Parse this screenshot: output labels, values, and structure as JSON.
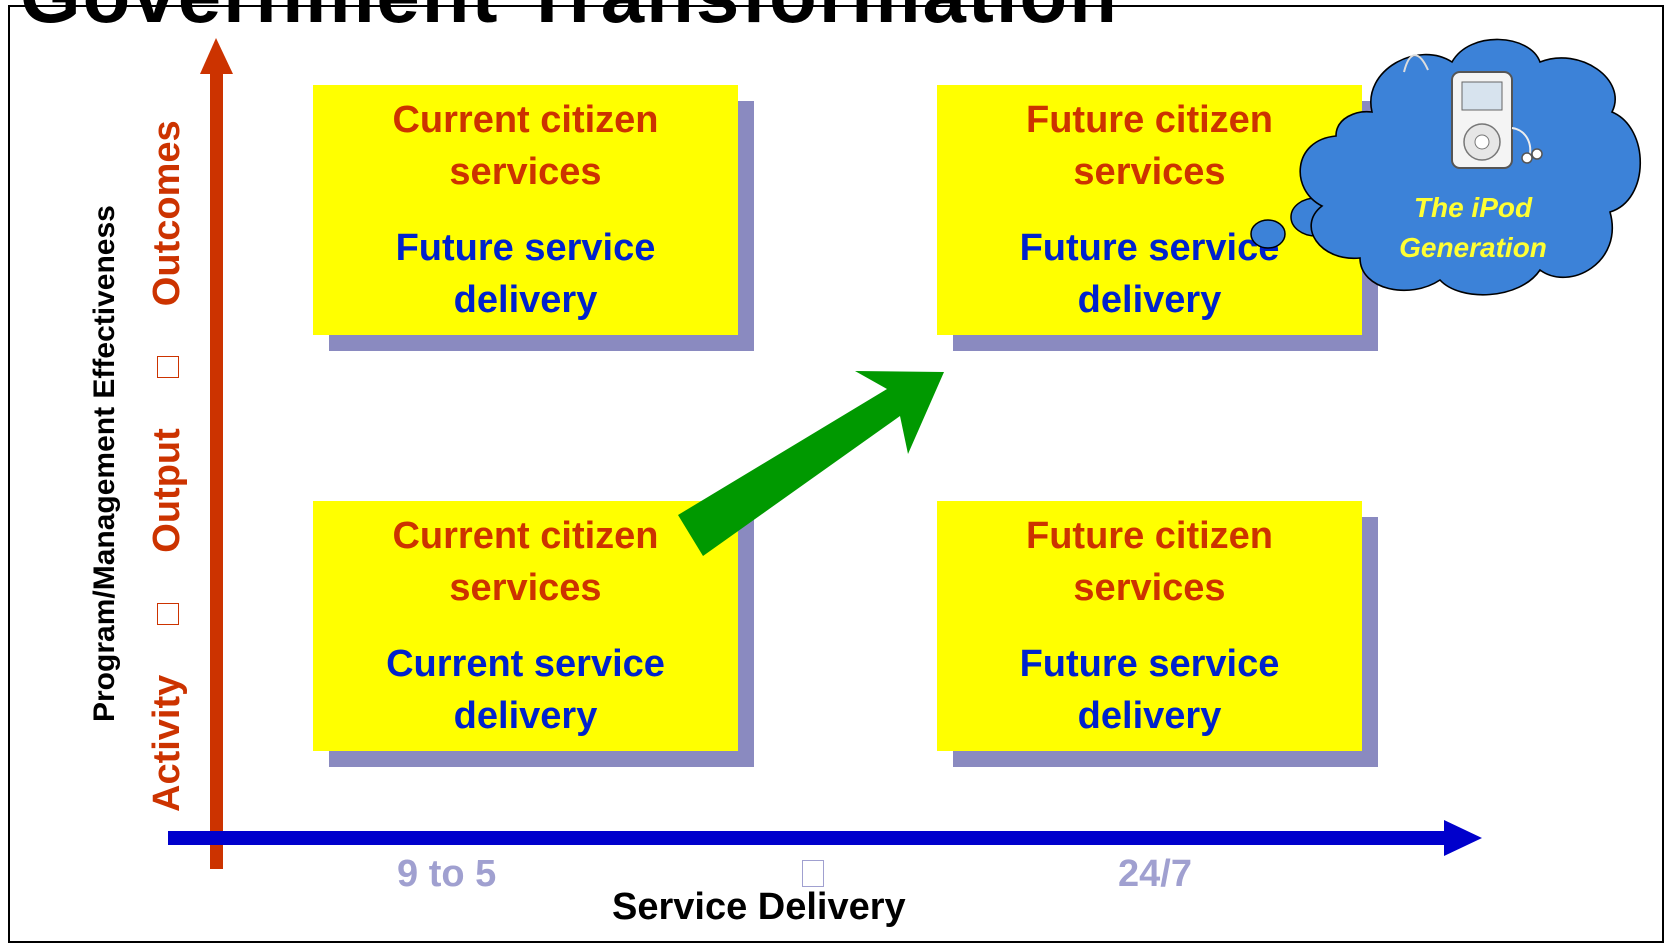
{
  "title_fragment": "Government Transformation",
  "y_axis": {
    "title": "Program/Management Effectiveness",
    "levels": [
      "Activity",
      "Output",
      "Outcomes"
    ]
  },
  "x_axis": {
    "title": "Service Delivery",
    "left_label": "9 to 5",
    "right_label": "24/7"
  },
  "quadrants": {
    "top_left": {
      "line1": "Current citizen services",
      "line2": "Future service delivery"
    },
    "top_right": {
      "line1": "Future citizen services",
      "line2": "Future service delivery"
    },
    "bottom_left": {
      "line1": "Current citizen services",
      "line2": "Current service delivery"
    },
    "bottom_right": {
      "line1": "Future citizen services",
      "line2": "Future service delivery"
    }
  },
  "cloud": {
    "text": "The iPod Generation"
  },
  "colors": {
    "axis_y": "#cc3300",
    "axis_x": "#0000cc",
    "arrow": "#009900",
    "box": "#ffff00",
    "cloud": "#3c82d8"
  }
}
